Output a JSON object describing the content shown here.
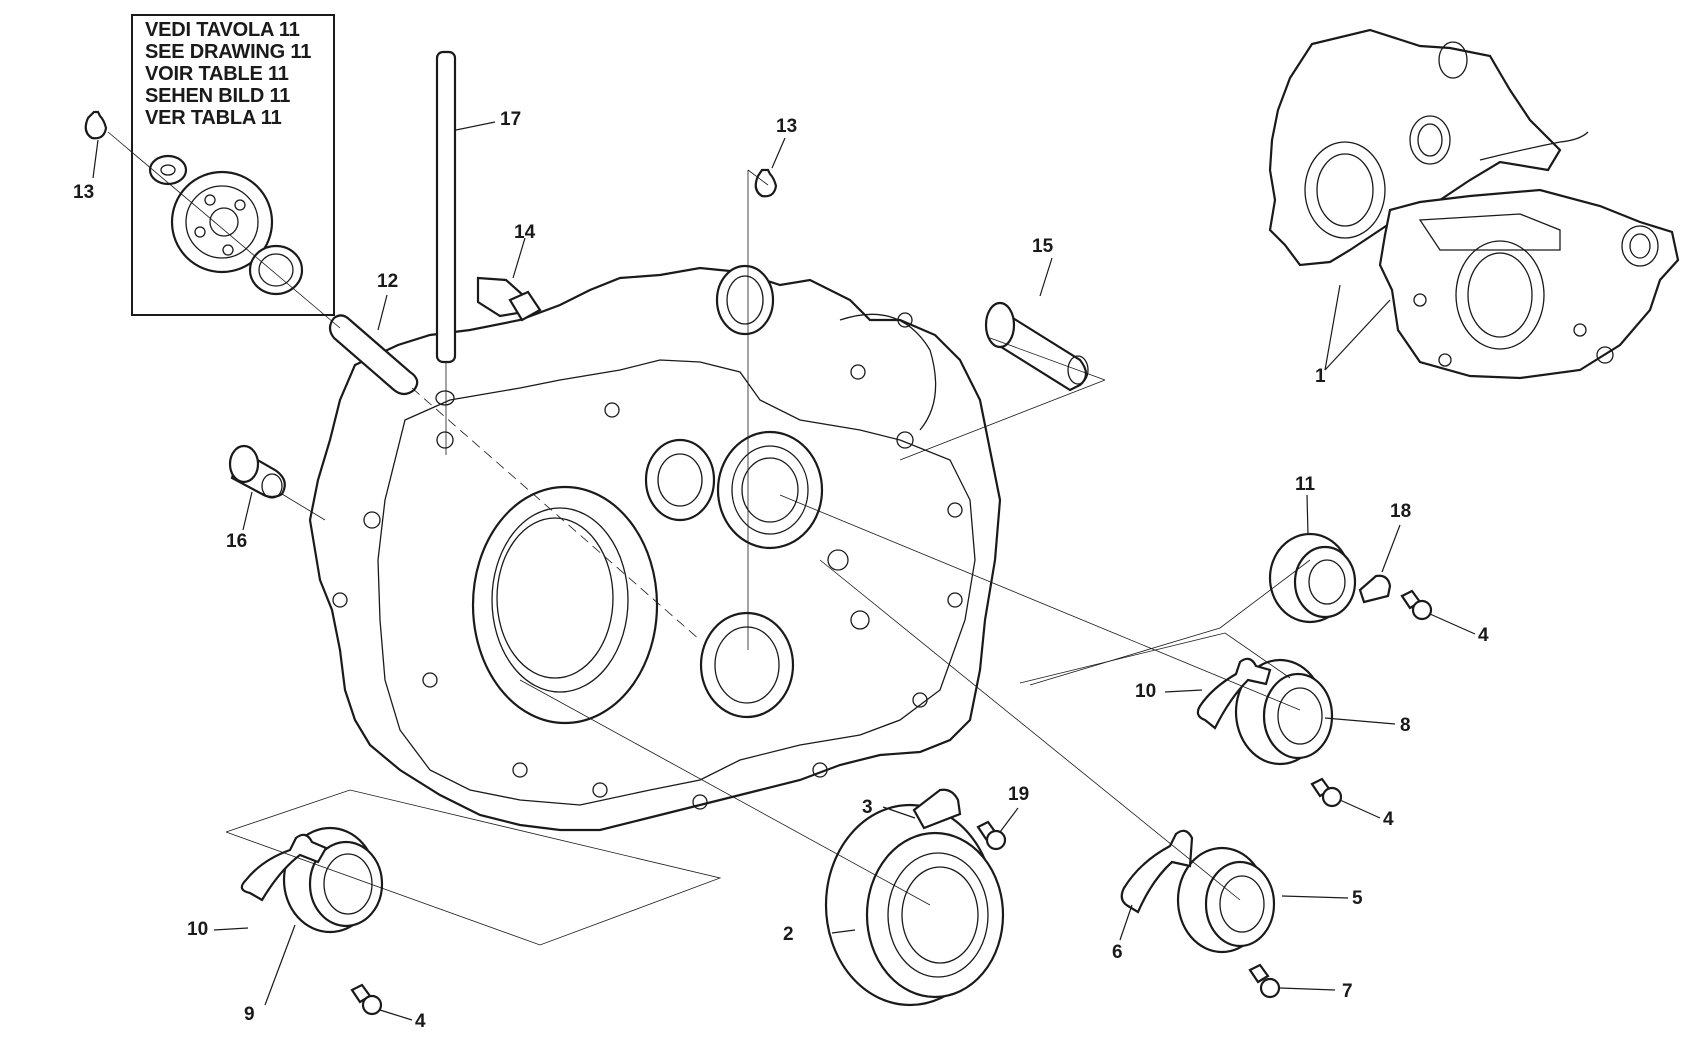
{
  "diagram": {
    "title": "Crankcase exploded view",
    "note_box": {
      "lines": [
        "VEDI TAVOLA 11",
        "SEE DRAWING 11",
        "VOIR TABLE 11",
        "SEHEN BILD 11",
        "VER TABLA 11"
      ]
    },
    "callouts": {
      "c1": "1",
      "c2": "2",
      "c3": "3",
      "c4a": "4",
      "c4b": "4",
      "c4c": "4",
      "c5": "5",
      "c6": "6",
      "c7": "7",
      "c8": "8",
      "c9": "9",
      "c10a": "10",
      "c10b": "10",
      "c11": "11",
      "c12": "12",
      "c13a": "13",
      "c13b": "13",
      "c14": "14",
      "c15": "15",
      "c16": "16",
      "c17": "17",
      "c18": "18",
      "c19": "19"
    },
    "parts": [
      {
        "ref": "1",
        "name": "crankcase-halves"
      },
      {
        "ref": "2",
        "name": "main-bearing"
      },
      {
        "ref": "3",
        "name": "retaining-plate"
      },
      {
        "ref": "4",
        "name": "screw"
      },
      {
        "ref": "5",
        "name": "bearing"
      },
      {
        "ref": "6",
        "name": "retaining-plate"
      },
      {
        "ref": "7",
        "name": "screw"
      },
      {
        "ref": "8",
        "name": "bearing"
      },
      {
        "ref": "9",
        "name": "bearing"
      },
      {
        "ref": "10",
        "name": "retaining-plate"
      },
      {
        "ref": "11",
        "name": "bearing"
      },
      {
        "ref": "12",
        "name": "shaft-pin"
      },
      {
        "ref": "13",
        "name": "circlip"
      },
      {
        "ref": "14",
        "name": "breather-fitting"
      },
      {
        "ref": "15",
        "name": "bushing"
      },
      {
        "ref": "16",
        "name": "bushing"
      },
      {
        "ref": "17",
        "name": "stud"
      },
      {
        "ref": "18",
        "name": "retaining-plate"
      },
      {
        "ref": "19",
        "name": "screw"
      }
    ]
  }
}
